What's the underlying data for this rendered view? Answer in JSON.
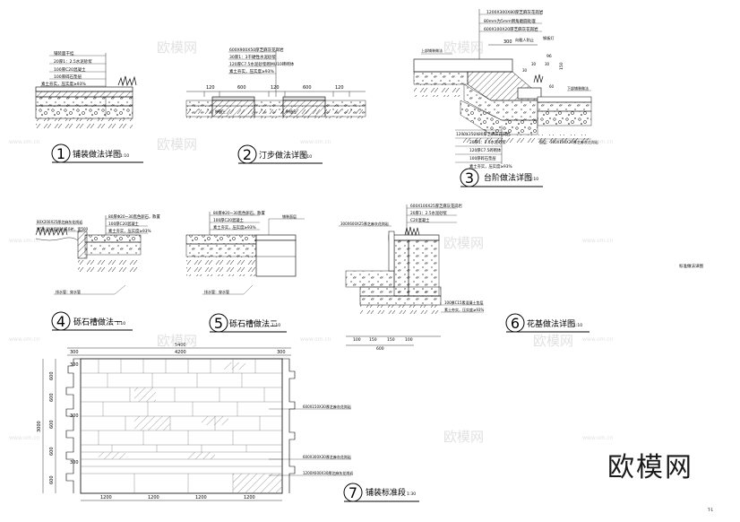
{
  "details": [
    {
      "num": "1",
      "title": "铺装做法详图",
      "scale": "1:10",
      "layers": [
        "铺装面干挂",
        "20厚1：2.5水泥砂浆",
        "100厚C20混凝土",
        "100厚碎石垫层",
        "素土夯实，压实度≥93%"
      ]
    },
    {
      "num": "2",
      "title": "汀步做法详图",
      "scale": "1:10",
      "layers": [
        "600X900X50厚芝麻灰花岗岩",
        "30厚1：3干硬性水泥砂浆",
        "120厚C7.5水泥砂浆砌MU10砖砌体",
        "素土夯实，压实度≥93%"
      ],
      "dims": [
        "120",
        "600",
        "120",
        "600",
        "120"
      ],
      "labels": [
        "种植土",
        "种植土"
      ]
    },
    {
      "num": "3",
      "title": "台阶做法详图",
      "scale": "1:10",
      "top_layers": [
        "1200X300X80厚芝麻灰花岗岩",
        "80mm为5mm倒角磨圆处理",
        "600X100X20厚芝麻灰花岗岩"
      ],
      "bottom_layers": [
        "1200X350X80厚芝麻灰花岗岩",
        "20厚1：2.5水泥砂浆",
        "120厚C7.5砖砌体",
        "100厚碎石垫层",
        "素土夯实，压实度≥93%"
      ],
      "right_labels": [
        "向截人防止",
        "钢板灯",
        "下部铺装做法",
        "面层：300X100X20厚芝麻灰花岗岩"
      ],
      "left_label": "上部铺装做法",
      "dims": [
        "300",
        "96",
        "150",
        "60",
        "30",
        "30",
        "30"
      ]
    },
    {
      "num": "4",
      "title": "砾石槽做法一",
      "scale": "1:10",
      "layers": [
        "80厚Φ20~30黑色卵石，散置",
        "100厚C20混凝土",
        "素土夯实，压实度≥93%"
      ],
      "left_labels": [
        "80X200X25厚芝麻灰花岗岩",
        "M5水泥砂浆砌MU10砖，宽500"
      ],
      "bottom_label": "排水管：穿水管"
    },
    {
      "num": "5",
      "title": "砾石槽做法二",
      "scale": "1:10",
      "layers": [
        "80厚Φ20~30黑色卵石，散置",
        "100厚C20混凝土",
        "素土夯实，压实度≥93%"
      ],
      "right_label": "铺装面层",
      "bottom_label": "排水管：穿水管"
    },
    {
      "num": "6",
      "title": "花基做法详图",
      "scale": "1:10",
      "layers": [
        "600X100X25厚芝麻灰花岗岩",
        "20厚1：2.5水泥砂浆",
        "C20混凝土"
      ],
      "left_label": "300X600X25厚芝麻灰花岗岩",
      "bottom_layers": [
        "100厚C15素混凝土垫层",
        "素土夯实，压实度≥93%"
      ],
      "dims": [
        "100",
        "150",
        "150",
        "100",
        "600"
      ]
    },
    {
      "num": "7",
      "title": "铺装标准段",
      "scale": "1:30",
      "top_dims": [
        "5400",
        "300",
        "4200",
        "300",
        "300",
        "300",
        "300",
        "300"
      ],
      "row_dims": [
        "600",
        "600",
        "1200",
        "1200"
      ],
      "left_dims": [
        "3000",
        "600",
        "600",
        "600",
        "600",
        "600"
      ],
      "bottom_dims": [
        "1200",
        "1200",
        "1200",
        "1200"
      ],
      "labels": [
        "600X150X30厚芝麻灰花岗岩",
        "600X300X30厚芝麻灰花岗岩",
        "1200X600X30厚芝麻灰花岗岩"
      ]
    }
  ],
  "side_note": "标准做法详图",
  "brand": "欧模网",
  "watermark": "欧模网",
  "watermark_url": "www.om.cn",
  "corner_code": "T-1"
}
